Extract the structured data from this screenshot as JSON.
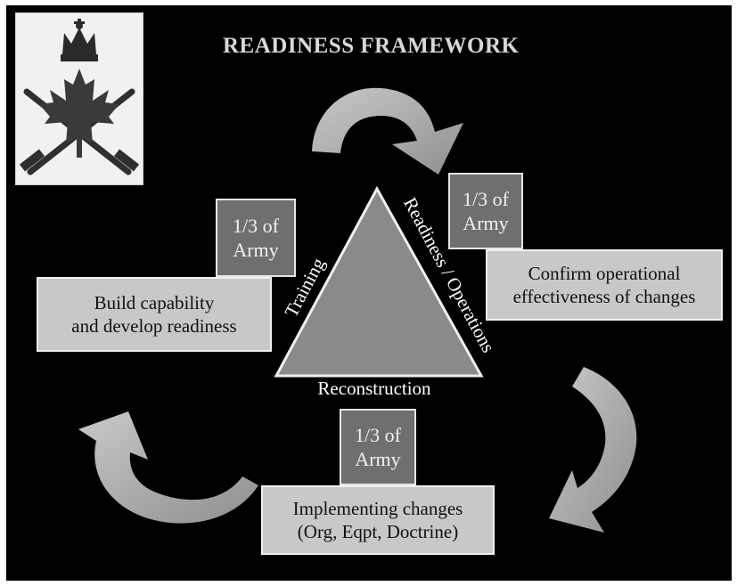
{
  "title": "READINESS FRAMEWORK",
  "triangle": {
    "left_side_label": "Training",
    "right_side_label": "Readiness / Operations",
    "bottom_label": "Reconstruction"
  },
  "groups": {
    "training": {
      "third_line1": "1/3 of",
      "third_line2": "Army",
      "phase_line1": "Build capability",
      "phase_line2": "and develop readiness"
    },
    "readiness": {
      "third_line1": "1/3 of",
      "third_line2": "Army",
      "phase_line1": "Confirm operational",
      "phase_line2": "effectiveness of changes"
    },
    "reconstruction": {
      "third_line1": "1/3 of",
      "third_line2": "Army",
      "phase_line1": "Implementing changes",
      "phase_line2": "(Org, Eqpt, Doctrine)"
    }
  },
  "colors": {
    "background": "#000000",
    "title": "#d8d8d8",
    "third_box": "#6f6f6f",
    "phase_box": "#c8c8c8",
    "triangle": "#8a8a8a",
    "arrow": "#b5b5b5"
  },
  "icons": {
    "emblem": "army-crest-icon",
    "cycle_arrows": "curved-arrow-icon"
  }
}
